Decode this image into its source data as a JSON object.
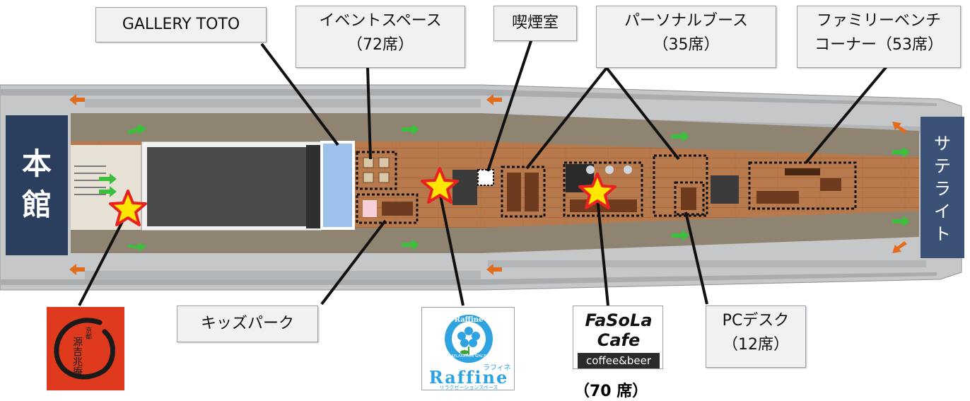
{
  "labels": {
    "gallery": "GALLERY TOTO",
    "event_line1": "イベントスペース",
    "event_line2": "（72席）",
    "smoking": "喫煙室",
    "personal_line1": "パーソナルブース",
    "personal_line2": "（35席）",
    "family_line1": "ファミリーベンチ",
    "family_line2": "コーナー（53席）",
    "kids": "キッズパーク",
    "pc_line1": "PCデスク",
    "pc_line2": "（12席）"
  },
  "sides": {
    "main_building": [
      "本",
      "館"
    ],
    "satellite": [
      "サ",
      "テ",
      "ラ",
      "イ",
      "ト"
    ]
  },
  "logos": {
    "genkian": {
      "small_text": "京都",
      "main_text": "源吉兆庵",
      "icon": "ensō-circle-logo"
    },
    "raffine": {
      "arc_text": "Raffine",
      "sub_text": "RELAXATION SPACE",
      "name": "Raffine",
      "kana": "ラフィネ",
      "tagline": "リラクゼーションスペース",
      "icon": "flower-logo"
    },
    "fasola": {
      "line1": "FaSoLa",
      "line2": "Cafe",
      "line3": "coffee&beer"
    }
  },
  "fasola_seats": "（70 席）",
  "colors": {
    "floor": "#b8794c",
    "walkway": "#8e8271",
    "star_fill": "#ffe600",
    "star_stroke": "#e8231f",
    "side_panel": "#2c3e5d",
    "genkian_bg": "#e03a1e"
  }
}
